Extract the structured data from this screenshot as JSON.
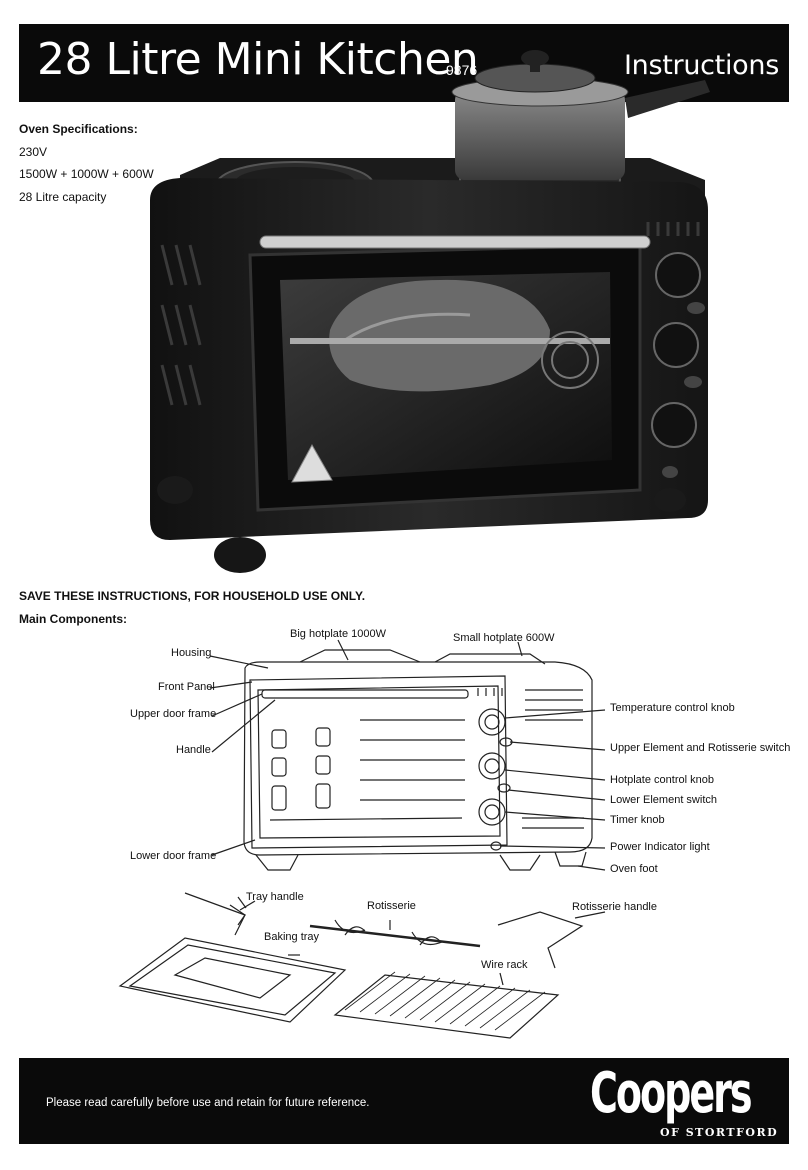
{
  "header": {
    "title": "28 Litre Mini Kitchen",
    "model": "9876",
    "instructions": "Instructions"
  },
  "specs": {
    "heading": "Oven Specifications:",
    "lines": [
      "230V",
      "1500W + 1000W + 600W",
      "28 Litre capacity"
    ]
  },
  "notice": "SAVE THESE INSTRUCTIONS, FOR HOUSEHOLD USE ONLY.",
  "main_components_heading": "Main Components:",
  "components": {
    "big_hotplate": "Big hotplate 1000W",
    "small_hotplate": "Small hotplate 600W",
    "housing": "Housing",
    "front_panel": "Front Panel",
    "upper_door_frame": "Upper door frame",
    "handle": "Handle",
    "lower_door_frame": "Lower door frame",
    "temperature_knob": "Temperature control knob",
    "upper_element_switch": "Upper Element and Rotisserie switch",
    "hotplate_knob": "Hotplate control knob",
    "lower_element_switch": "Lower Element switch",
    "timer_knob": "Timer knob",
    "power_light": "Power Indicator light",
    "oven_foot": "Oven foot",
    "tray_handle": "Tray handle",
    "rotisserie": "Rotisserie",
    "rotisserie_handle": "Rotisserie handle",
    "baking_tray": "Baking tray",
    "wire_rack": "Wire rack"
  },
  "footer": {
    "note": "Please read carefully before use and retain for future reference.",
    "brand": "Coopers",
    "brand_sub": "OF STORTFORD"
  }
}
